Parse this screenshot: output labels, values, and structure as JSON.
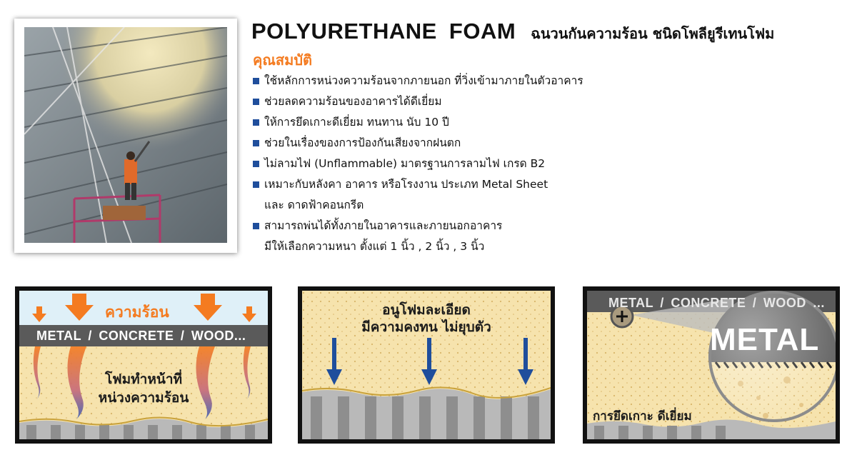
{
  "header": {
    "title": "POLYURETHANE  FOAM",
    "subtitle": "ฉนวนกันความร้อน ชนิดโพลียูรีเทนโฟม"
  },
  "properties": {
    "heading": "คุณสมบัติ",
    "items": [
      {
        "line1": "ใช้หลักการหน่วงความร้อนจากภายนอก ที่วิ่งเข้ามาภายในตัวอาคาร",
        "line2": ""
      },
      {
        "line1": "ช่วยลดความร้อนของอาคารได้ดีเยี่ยม",
        "line2": ""
      },
      {
        "line1": "ให้การยึดเกาะดีเยี่ยม ทนทาน นับ 10 ปี",
        "line2": ""
      },
      {
        "line1": "ช่วยในเรื่องของการป้องกันเสียงจากฝนตก",
        "line2": ""
      },
      {
        "line1": "ไม่ลามไฟ (Unflammable) มาตรฐานการลามไฟ เกรด B2",
        "line2": ""
      },
      {
        "line1": "เหมาะกับหลังคา อาคาร หรือโรงงาน ประเภท Metal Sheet",
        "line2": "และ ดาดฟ้าคอนกรีต"
      },
      {
        "line1": "สามารถพ่นได้ทั้งภายในอาคารและภายนอกอาคาร",
        "line2": "มีให้เลือกความหนา ตั้งแต่ 1 นิ้ว , 2 นิ้ว , 3 นิ้ว"
      }
    ]
  },
  "panels": {
    "heat": {
      "heat_label": "ความร้อน",
      "band_label": "METAL  /  CONCRETE  /  WOOD...",
      "caption_line1": "โฟมทำหน้าที่",
      "caption_line2": "หน่วงความร้อน"
    },
    "cells": {
      "caption_line1": "อนูโฟมละเอียด",
      "caption_line2": "มีความคงทน ไม่ยุบตัว"
    },
    "adhesion": {
      "band_label": "METAL  /  CONCRETE  /  WOOD ...",
      "zoom_label": "METAL",
      "caption": "การยึดเกาะ ดีเยี่ยม"
    }
  },
  "colors": {
    "accent_orange": "#f47b20",
    "bullet_blue": "#1f4e9c",
    "foam": "#f6e3ad",
    "sky": "#dff0f8",
    "band_gray": "#5a5a5a",
    "arrow_blue": "#1f4e9c"
  }
}
